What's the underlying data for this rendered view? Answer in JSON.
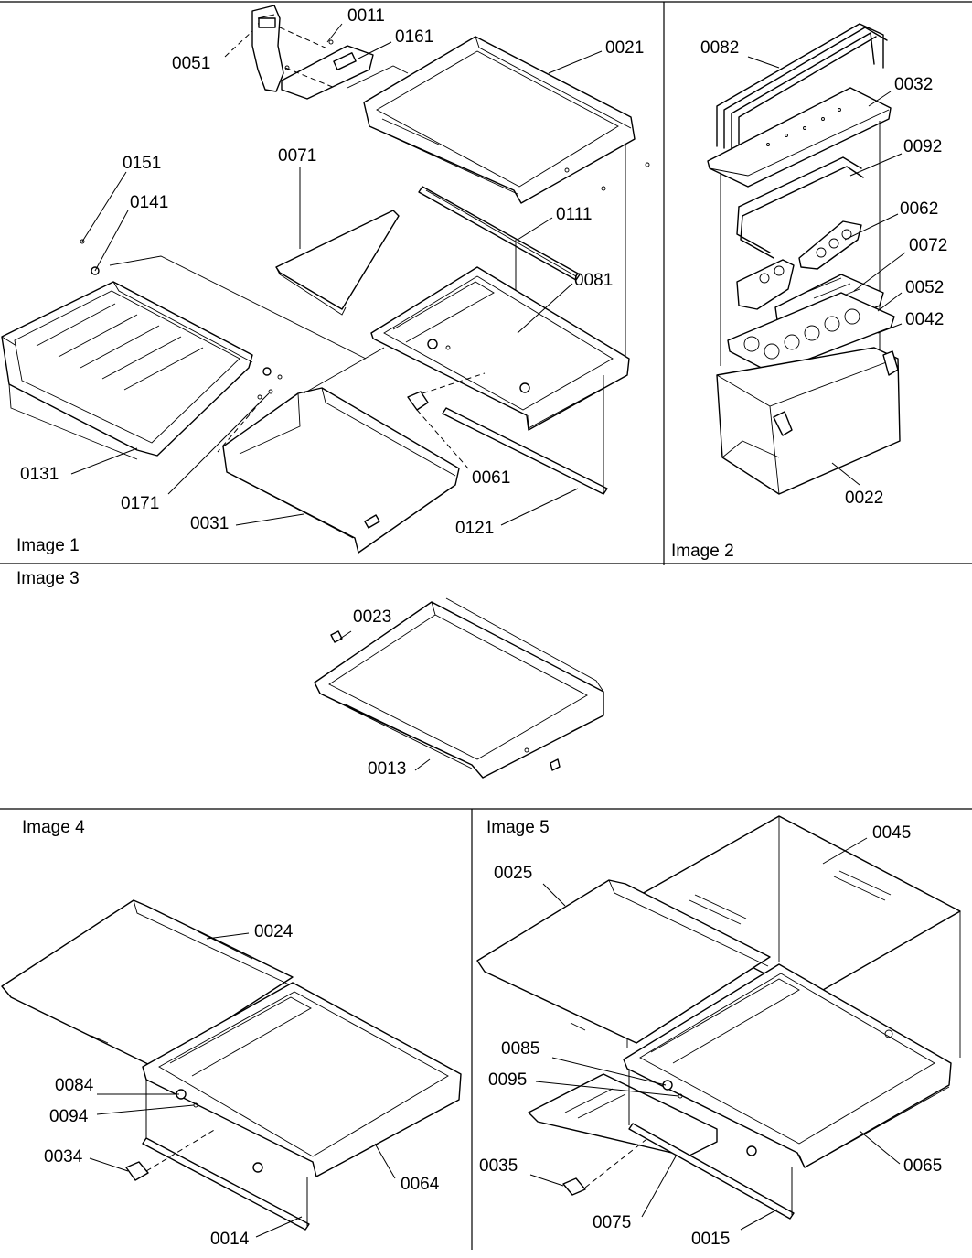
{
  "panels": {
    "image1": "Image 1",
    "image2": "Image 2",
    "image3": "Image 3",
    "image4": "Image 4",
    "image5": "Image 5"
  },
  "callouts": {
    "p0011": "0011",
    "p0161": "0161",
    "p0051": "0051",
    "p0021": "0021",
    "p0071": "0071",
    "p0151": "0151",
    "p0141": "0141",
    "p0111": "0111",
    "p0081": "0081",
    "p0131": "0131",
    "p0171": "0171",
    "p0061": "0061",
    "p0031": "0031",
    "p0121": "0121",
    "p0082": "0082",
    "p0032": "0032",
    "p0092": "0092",
    "p0062": "0062",
    "p0072": "0072",
    "p0052": "0052",
    "p0042": "0042",
    "p0022": "0022",
    "p0023": "0023",
    "p0013": "0013",
    "p0024": "0024",
    "p0084": "0084",
    "p0094": "0094",
    "p0034": "0034",
    "p0064": "0064",
    "p0014": "0014",
    "p0045": "0045",
    "p0025": "0025",
    "p0085": "0085",
    "p0095": "0095",
    "p0035": "0035",
    "p0065": "0065",
    "p0075": "0075",
    "p0015": "0015"
  }
}
